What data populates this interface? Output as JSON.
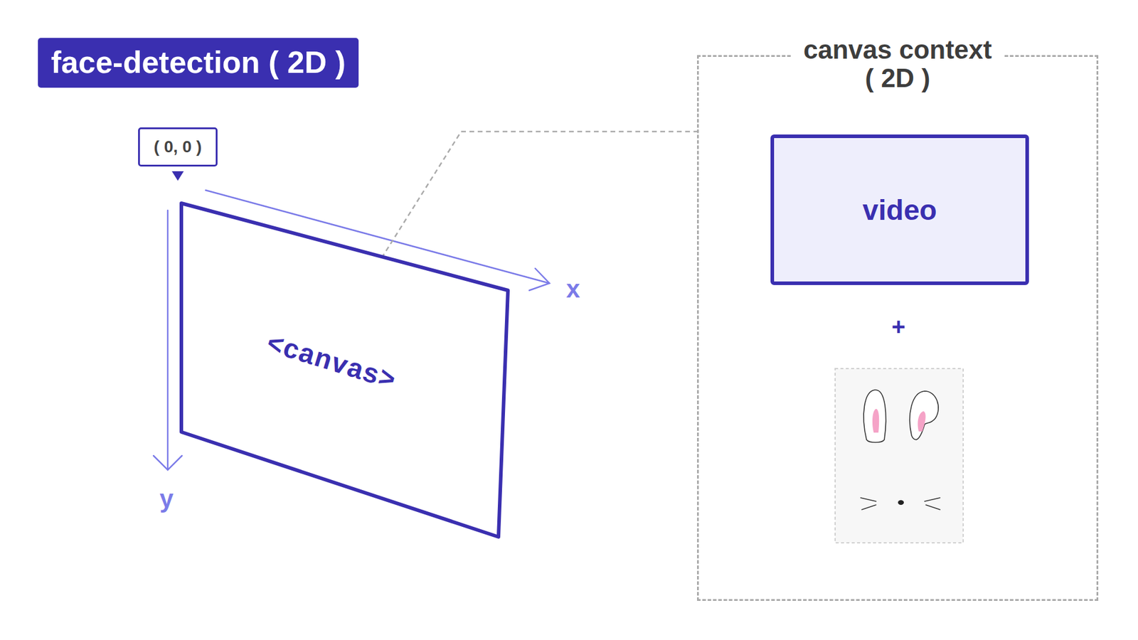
{
  "diagram": {
    "title": "face-detection ( 2D )",
    "nodes": [
      {
        "text": [
          "( 0, 0 )"
        ]
      },
      {
        "text": [
          "<canvas>"
        ]
      },
      {
        "text": [
          "canvas context ( 2D )"
        ]
      },
      {
        "text": [
          "video"
        ],
        "in": 2
      }
    ],
    "edges": [
      {
        "from": 1,
        "to": 2,
        "arrow": "none"
      }
    ],
    "labels": [
      "x",
      "y",
      "+"
    ]
  }
}
